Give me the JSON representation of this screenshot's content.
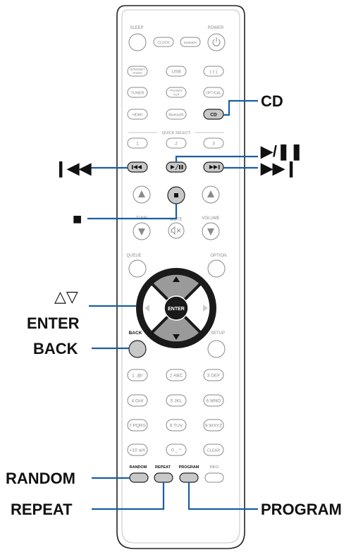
{
  "remote": {
    "top_labels": {
      "sleep": "SLEEP",
      "power": "POWER"
    },
    "buttons": {
      "clock": "CLOCK",
      "dimmer": "DIMMER",
      "internet_radio_line1": "INTERNET",
      "internet_radio_line2": "RADIO",
      "usb": "USB",
      "tuner": "TUNER",
      "phono_aux_line1": "PHONO/",
      "phono_aux_line2": "AUX",
      "optical": "OPTICAL",
      "hdmi": "HDMI",
      "bluetooth": "Bluetooth",
      "cd": "CD",
      "quick_select": "QUICK SELECT",
      "quick_1": "1",
      "quick_2": "2",
      "quick_3": "3",
      "tune": "TUNE",
      "mute": "MUTE",
      "volume": "VOLUME",
      "queue": "QUEUE",
      "option": "OPTION",
      "enter": "ENTER",
      "back": "BACK",
      "setup": "SETUP",
      "num_1": "1 .@/",
      "num_2": "2 ABC",
      "num_3": "3 DEF",
      "num_4": "4 GHI",
      "num_5": "5 JKL",
      "num_6": "6 MNO",
      "num_7": "7 PQRS",
      "num_8": "8 TUV",
      "num_9": "9 WXYZ",
      "num_10": "+10 a/A",
      "num_0": "0 _·*",
      "clear": "CLEAR",
      "random": "RANDOM",
      "repeat": "REPEAT",
      "program": "PROGRAM",
      "info": "INFO"
    }
  },
  "callouts": {
    "cd": "CD",
    "play_pause": "▶/❚❚",
    "previous": "❙◀◀",
    "next": "▶▶❙",
    "stop": "■",
    "cursor": "△▽",
    "enter": "ENTER",
    "back": "BACK",
    "random": "RANDOM",
    "repeat": "REPEAT",
    "program": "PROGRAM"
  },
  "colors": {
    "pointer_line": "#1a5fa3",
    "highlight_button": "#c8c8c8",
    "dpad_ring": "#1a1a1a",
    "dpad_arrow_area": "#9a9a9a"
  }
}
